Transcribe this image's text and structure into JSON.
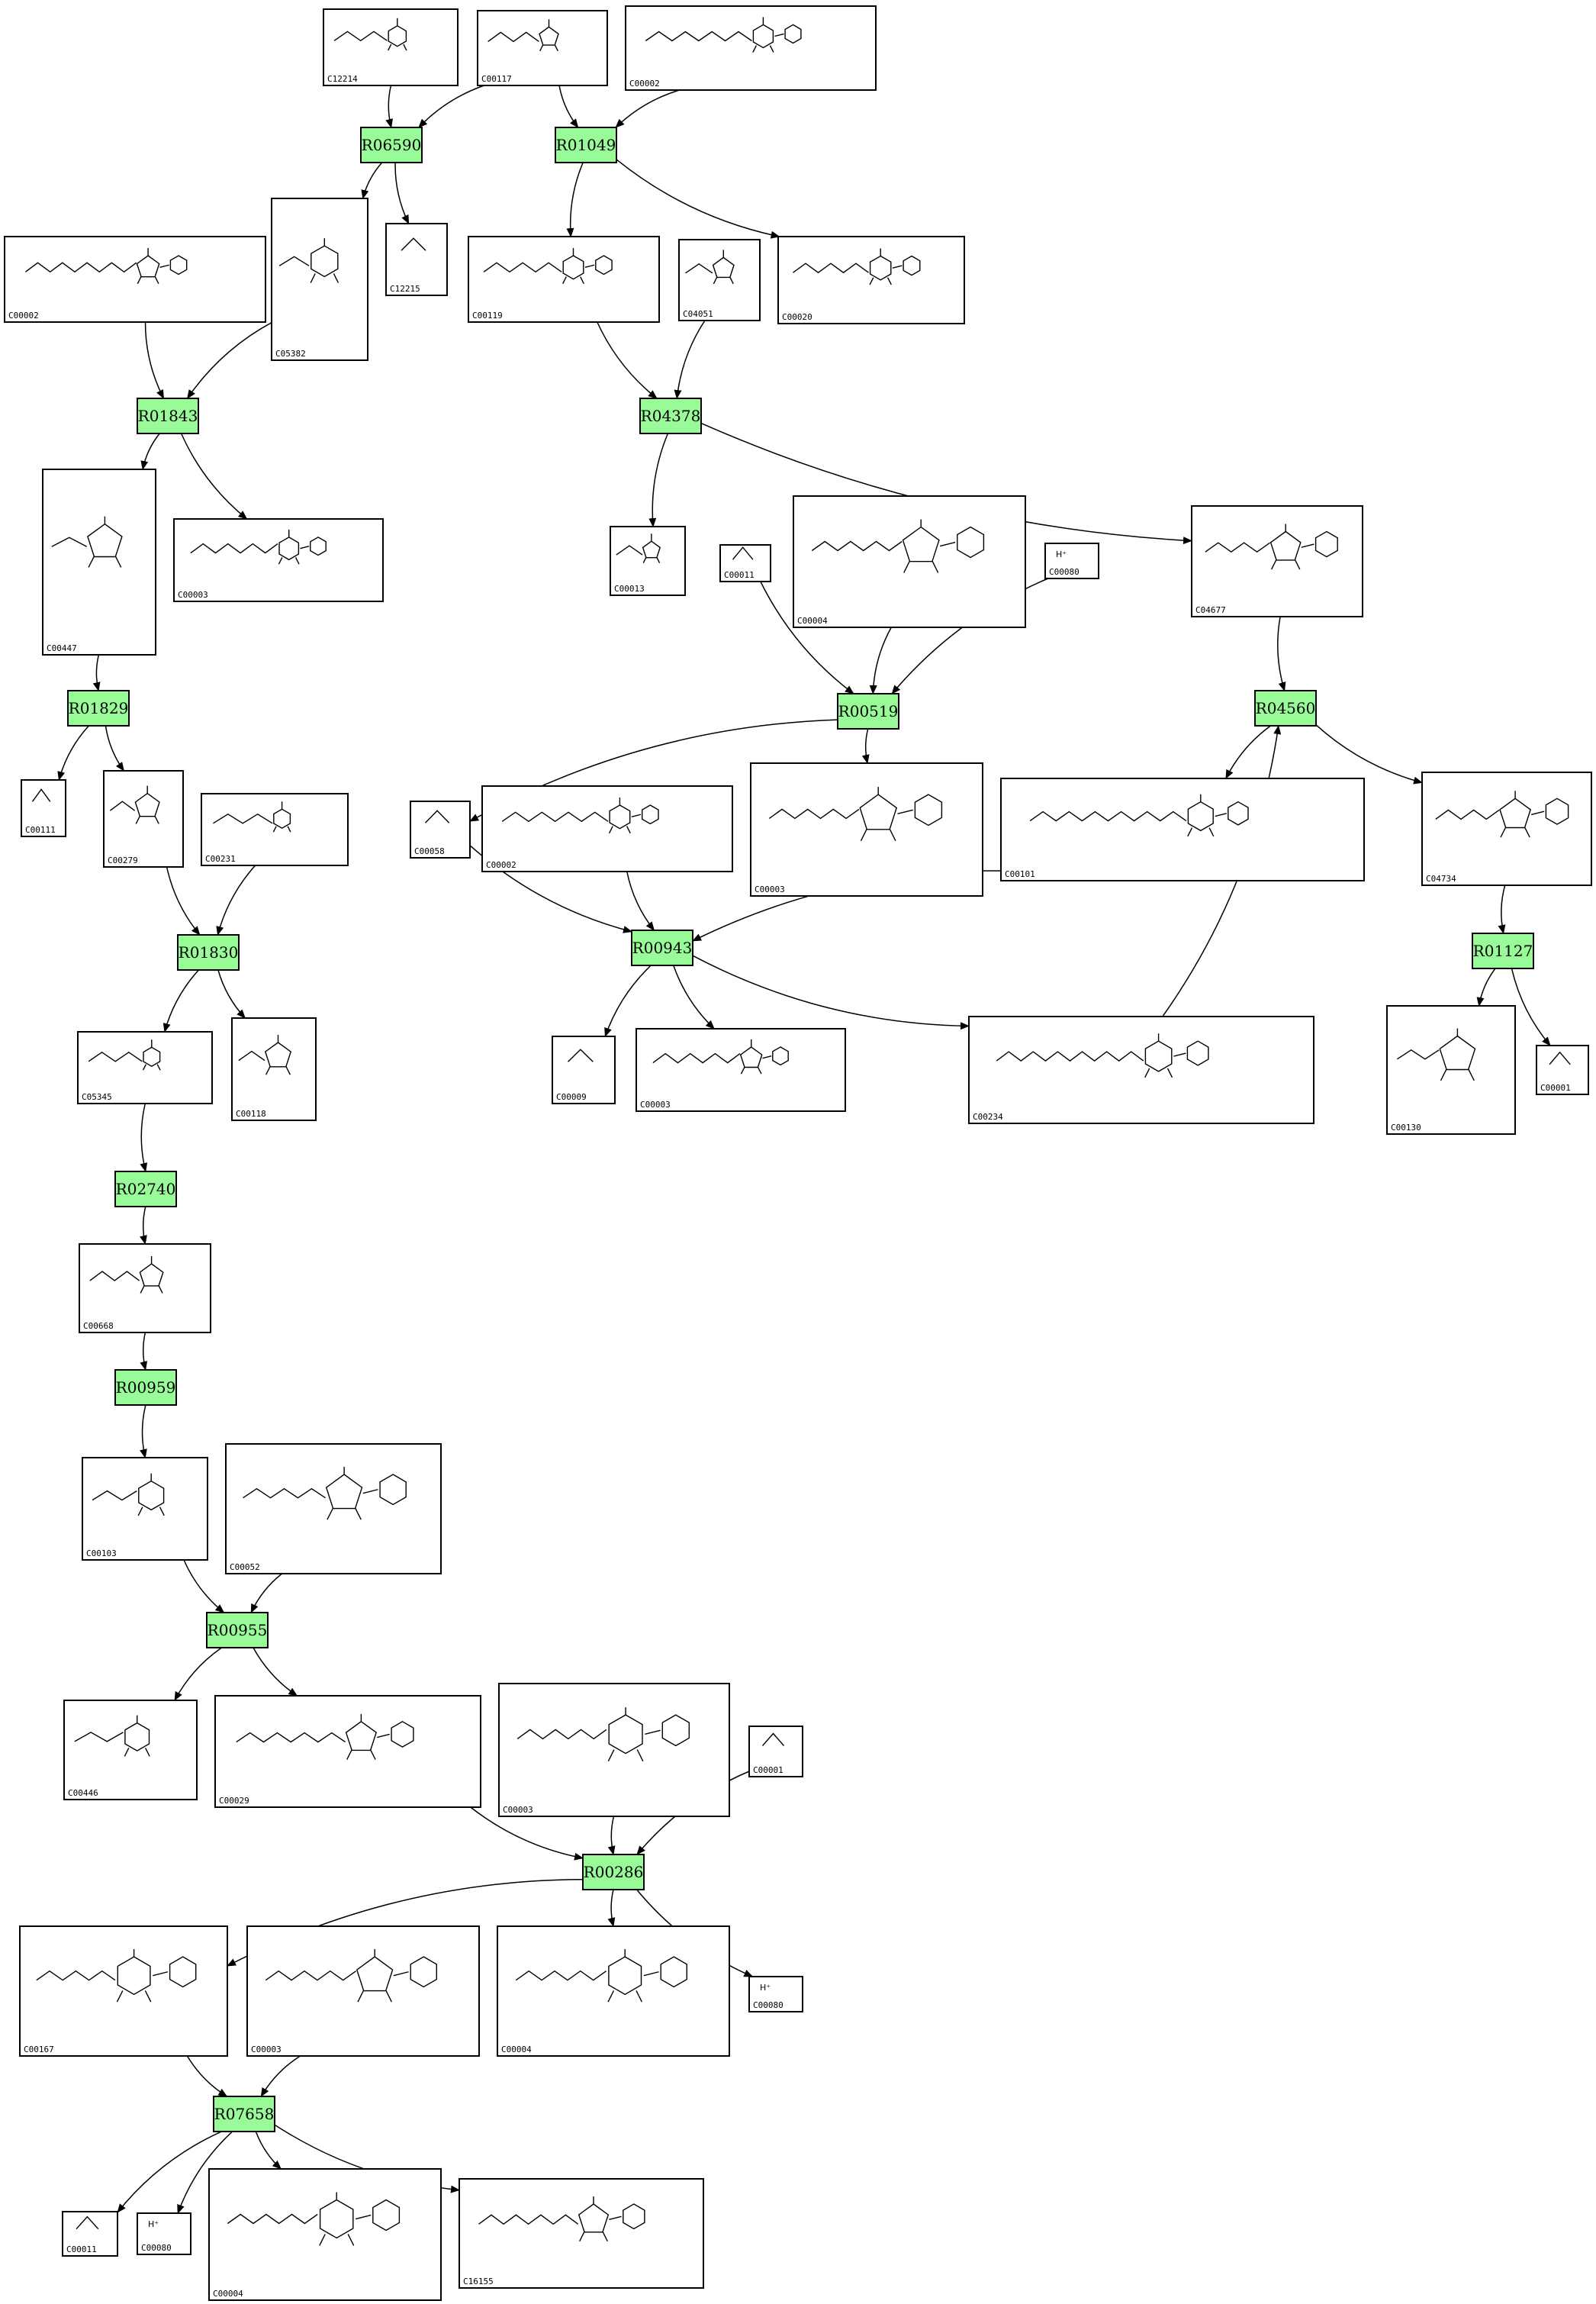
{
  "diagram": {
    "reactions": [
      {
        "id": "R06590",
        "label": "R06590"
      },
      {
        "id": "R01049",
        "label": "R01049"
      },
      {
        "id": "R01843",
        "label": "R01843"
      },
      {
        "id": "R04378",
        "label": "R04378"
      },
      {
        "id": "R01829",
        "label": "R01829"
      },
      {
        "id": "R00519",
        "label": "R00519"
      },
      {
        "id": "R04560",
        "label": "R04560"
      },
      {
        "id": "R01830",
        "label": "R01830"
      },
      {
        "id": "R00943",
        "label": "R00943"
      },
      {
        "id": "R01127",
        "label": "R01127"
      },
      {
        "id": "R02740",
        "label": "R02740"
      },
      {
        "id": "R00959",
        "label": "R00959"
      },
      {
        "id": "R00955",
        "label": "R00955"
      },
      {
        "id": "R00286",
        "label": "R00286"
      },
      {
        "id": "R07658",
        "label": "R07658"
      }
    ],
    "compounds": [
      {
        "id": "c1",
        "label": "C12214",
        "text": ""
      },
      {
        "id": "c2",
        "label": "C00117",
        "text": ""
      },
      {
        "id": "c3",
        "label": "C00002",
        "text": ""
      },
      {
        "id": "c4",
        "label": "C00002",
        "text": ""
      },
      {
        "id": "c5",
        "label": "C05382",
        "text": ""
      },
      {
        "id": "c6",
        "label": "C12215",
        "text": ""
      },
      {
        "id": "c7",
        "label": "C00119",
        "text": ""
      },
      {
        "id": "c8",
        "label": "C04051",
        "text": ""
      },
      {
        "id": "c9",
        "label": "C00020",
        "text": ""
      },
      {
        "id": "c10",
        "label": "C00447",
        "text": ""
      },
      {
        "id": "c11",
        "label": "C00003",
        "text": ""
      },
      {
        "id": "c12",
        "label": "C00013",
        "text": ""
      },
      {
        "id": "c13",
        "label": "C00011",
        "text": ""
      },
      {
        "id": "c14",
        "label": "C00004",
        "text": ""
      },
      {
        "id": "c15",
        "label": "C00080",
        "text": "H⁺"
      },
      {
        "id": "c16",
        "label": "C04677",
        "text": ""
      },
      {
        "id": "c17",
        "label": "C00111",
        "text": ""
      },
      {
        "id": "c18",
        "label": "C00279",
        "text": ""
      },
      {
        "id": "c19",
        "label": "C00231",
        "text": ""
      },
      {
        "id": "c20",
        "label": "C00058",
        "text": ""
      },
      {
        "id": "c21",
        "label": "C00002",
        "text": ""
      },
      {
        "id": "c22",
        "label": "C00003",
        "text": ""
      },
      {
        "id": "c23",
        "label": "C00101",
        "text": ""
      },
      {
        "id": "c24",
        "label": "C04734",
        "text": ""
      },
      {
        "id": "c25",
        "label": "C05345",
        "text": ""
      },
      {
        "id": "c26",
        "label": "C00118",
        "text": ""
      },
      {
        "id": "c27",
        "label": "C00009",
        "text": ""
      },
      {
        "id": "c28",
        "label": "C00003",
        "text": ""
      },
      {
        "id": "c29",
        "label": "C00234",
        "text": ""
      },
      {
        "id": "c30",
        "label": "C00130",
        "text": ""
      },
      {
        "id": "c31",
        "label": "C00001",
        "text": ""
      },
      {
        "id": "c32",
        "label": "C00668",
        "text": ""
      },
      {
        "id": "c33",
        "label": "C00103",
        "text": ""
      },
      {
        "id": "c34",
        "label": "C00052",
        "text": ""
      },
      {
        "id": "c35",
        "label": "C00446",
        "text": ""
      },
      {
        "id": "c36",
        "label": "C00029",
        "text": ""
      },
      {
        "id": "c37",
        "label": "C00003",
        "text": ""
      },
      {
        "id": "c38",
        "label": "C00001",
        "text": ""
      },
      {
        "id": "c39",
        "label": "C00167",
        "text": ""
      },
      {
        "id": "c40",
        "label": "C00003",
        "text": ""
      },
      {
        "id": "c41",
        "label": "C00004",
        "text": ""
      },
      {
        "id": "c42",
        "label": "C00080",
        "text": "H⁺"
      },
      {
        "id": "c43",
        "label": "C00011",
        "text": ""
      },
      {
        "id": "c44",
        "label": "C00080",
        "text": "H⁺"
      },
      {
        "id": "c45",
        "label": "C00004",
        "text": ""
      },
      {
        "id": "c46",
        "label": "C16155",
        "text": ""
      }
    ],
    "edges": [
      [
        "c1",
        "R06590"
      ],
      [
        "c2",
        "R06590"
      ],
      [
        "c2",
        "R01049"
      ],
      [
        "c3",
        "R01049"
      ],
      [
        "R06590",
        "c5"
      ],
      [
        "R06590",
        "c6"
      ],
      [
        "R01049",
        "c7"
      ],
      [
        "R01049",
        "c9"
      ],
      [
        "c4",
        "R01843"
      ],
      [
        "c5",
        "R01843"
      ],
      [
        "c7",
        "R04378"
      ],
      [
        "c8",
        "R04378"
      ],
      [
        "R01843",
        "c10"
      ],
      [
        "R01843",
        "c11"
      ],
      [
        "R04378",
        "c12"
      ],
      [
        "R04378",
        "c16"
      ],
      [
        "c10",
        "R01829"
      ],
      [
        "c13",
        "R00519"
      ],
      [
        "c14",
        "R00519"
      ],
      [
        "c15",
        "R00519"
      ],
      [
        "c16",
        "R04560"
      ],
      [
        "R01829",
        "c17"
      ],
      [
        "R01829",
        "c18"
      ],
      [
        "R00519",
        "c20"
      ],
      [
        "R00519",
        "c22"
      ],
      [
        "R04560",
        "c23"
      ],
      [
        "R04560",
        "c24"
      ],
      [
        "c18",
        "R01830"
      ],
      [
        "c19",
        "R01830"
      ],
      [
        "c20",
        "R00943"
      ],
      [
        "c21",
        "R00943"
      ],
      [
        "c23",
        "R00943"
      ],
      [
        "c24",
        "R01127"
      ],
      [
        "R01830",
        "c25"
      ],
      [
        "R01830",
        "c26"
      ],
      [
        "R00943",
        "c27"
      ],
      [
        "R00943",
        "c28"
      ],
      [
        "R00943",
        "c29"
      ],
      [
        "c29",
        "R04560"
      ],
      [
        "R01127",
        "c30"
      ],
      [
        "R01127",
        "c31"
      ],
      [
        "c25",
        "R02740"
      ],
      [
        "R02740",
        "c32"
      ],
      [
        "c32",
        "R00959"
      ],
      [
        "R00959",
        "c33"
      ],
      [
        "c33",
        "R00955"
      ],
      [
        "c34",
        "R00955"
      ],
      [
        "R00955",
        "c35"
      ],
      [
        "R00955",
        "c36"
      ],
      [
        "c36",
        "R00286"
      ],
      [
        "c37",
        "R00286"
      ],
      [
        "c38",
        "R00286"
      ],
      [
        "R00286",
        "c39"
      ],
      [
        "R00286",
        "c41"
      ],
      [
        "R00286",
        "c42"
      ],
      [
        "c39",
        "R07658"
      ],
      [
        "c40",
        "R07658"
      ],
      [
        "R07658",
        "c43"
      ],
      [
        "R07658",
        "c44"
      ],
      [
        "R07658",
        "c45"
      ],
      [
        "R07658",
        "c46"
      ]
    ]
  }
}
